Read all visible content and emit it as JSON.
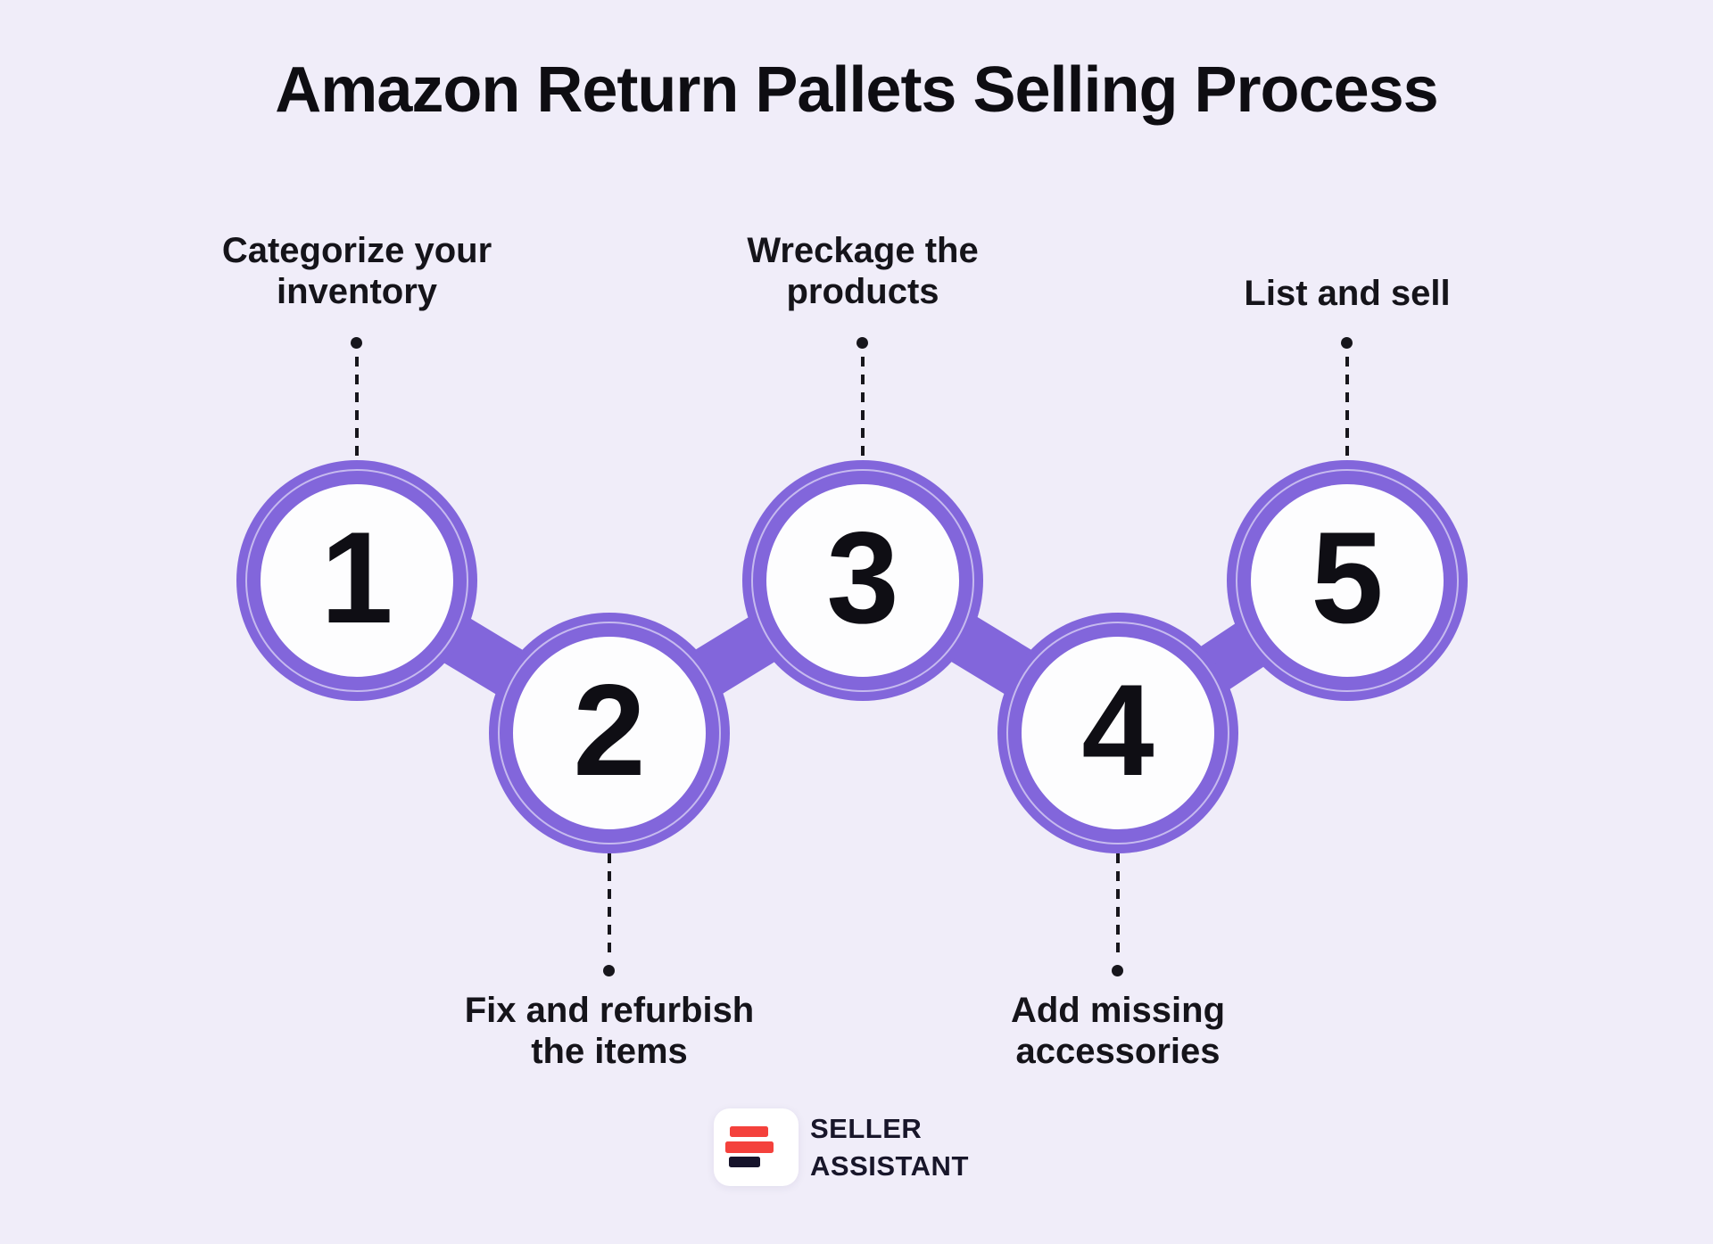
{
  "title": "Amazon Return Pallets Selling Process",
  "steps": [
    {
      "number": "1",
      "label": "Categorize your inventory",
      "lines": [
        "Categorize your",
        "inventory"
      ],
      "label_position": "top"
    },
    {
      "number": "2",
      "label": "Fix and refurbish the items",
      "lines": [
        "Fix and refurbish",
        "the items"
      ],
      "label_position": "bottom"
    },
    {
      "number": "3",
      "label": "Wreckage the products",
      "lines": [
        "Wreckage the",
        "products"
      ],
      "label_position": "top"
    },
    {
      "number": "4",
      "label": "Add missing accessories",
      "lines": [
        "Add missing",
        "accessories"
      ],
      "label_position": "bottom"
    },
    {
      "number": "5",
      "label": "List and sell",
      "lines": [
        "List and sell"
      ],
      "label_position": "top"
    }
  ],
  "logo": {
    "line1": "SELLER",
    "line2": "ASSISTANT"
  },
  "colors": {
    "background": "#f0edf9",
    "accent_purple": "#8266db",
    "text_dark": "#15141a",
    "logo_red": "#f4413c",
    "logo_navy": "#16142b"
  }
}
